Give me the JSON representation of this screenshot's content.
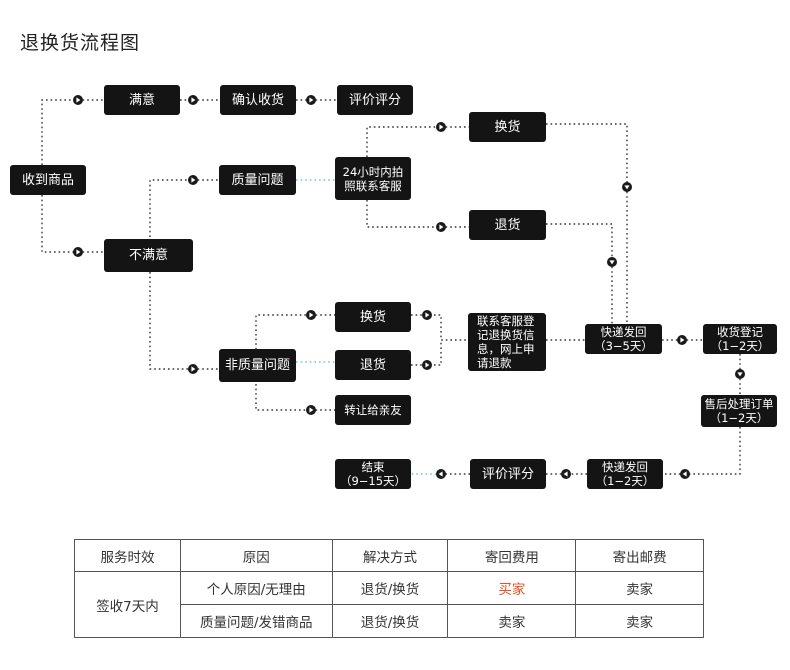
{
  "title": "退换货流程图",
  "nodes": {
    "received": "收到商品",
    "satisfied": "满意",
    "confirm_receipt": "确认收货",
    "rate_review_top": "评价评分",
    "unsatisfied": "不满意",
    "quality_issue": "质量问题",
    "contact_24h": [
      "24小时内拍",
      "照联系客服"
    ],
    "exchange_top": "换货",
    "return_top": "退货",
    "non_quality_issue": "非质量问题",
    "exchange_mid": "换货",
    "return_mid": "退货",
    "transfer": "转让给亲友",
    "service_register": [
      "联系客服登",
      "记退换货信",
      "息，网上申",
      "请退款"
    ],
    "ship_back": [
      "快递发回",
      "（3−5天）"
    ],
    "receive_register": [
      "收货登记",
      "（1−2天）"
    ],
    "after_sale": [
      "售后处理订单",
      "（1−2天）"
    ],
    "ship_return": [
      "快递发回",
      "（1−2天）"
    ],
    "rate_review_bottom": "评价评分",
    "end": [
      "结束",
      "（9−15天）"
    ]
  },
  "table": {
    "headers": [
      "服务时效",
      "原因",
      "解决方式",
      "寄回费用",
      "寄出邮费"
    ],
    "service_time": "签收7天内",
    "rows": [
      {
        "reason": "个人原因/无理由",
        "solution": "退货/换货",
        "return_fee": "买家",
        "send_fee": "卖家"
      },
      {
        "reason": "质量问题/发错商品",
        "solution": "退货/换货",
        "return_fee": "卖家",
        "send_fee": "卖家"
      }
    ]
  },
  "colors": {
    "box": "#141414",
    "dotted_line": "#333333",
    "cyan_line": "#6cc7d9",
    "highlight": "#e8501e"
  }
}
